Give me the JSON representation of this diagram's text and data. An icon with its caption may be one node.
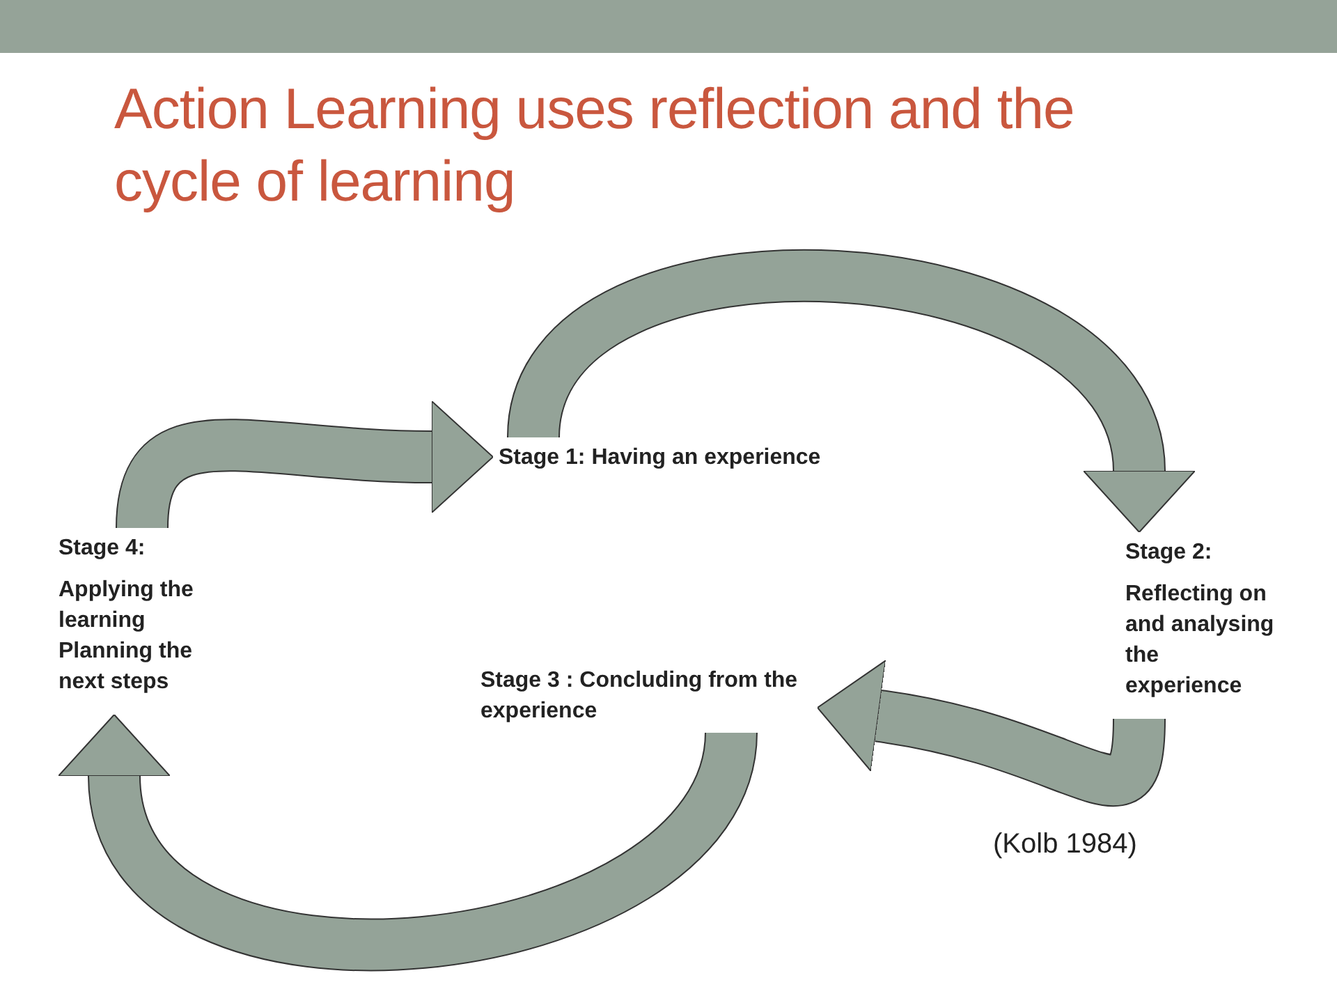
{
  "diagram": {
    "title": "Action Learning uses reflection and the cycle of learning",
    "nodes": [
      {
        "text": [
          "Stage 1: Having an experience"
        ]
      },
      {
        "text": [
          "Stage 2:",
          "Reflecting on and analysing the experience"
        ]
      },
      {
        "text": [
          "Stage 3 : Concluding from the experience"
        ]
      },
      {
        "text": [
          "Stage 4:",
          "Applying the learning Planning the next steps"
        ]
      }
    ],
    "edges": [
      {
        "from": 0,
        "to": 1,
        "arrow": "to"
      },
      {
        "from": 1,
        "to": 2,
        "arrow": "to"
      },
      {
        "from": 2,
        "to": 3,
        "arrow": "to"
      },
      {
        "from": 3,
        "to": 0,
        "arrow": "to"
      }
    ],
    "labels": [
      "(Kolb 1984)"
    ]
  }
}
